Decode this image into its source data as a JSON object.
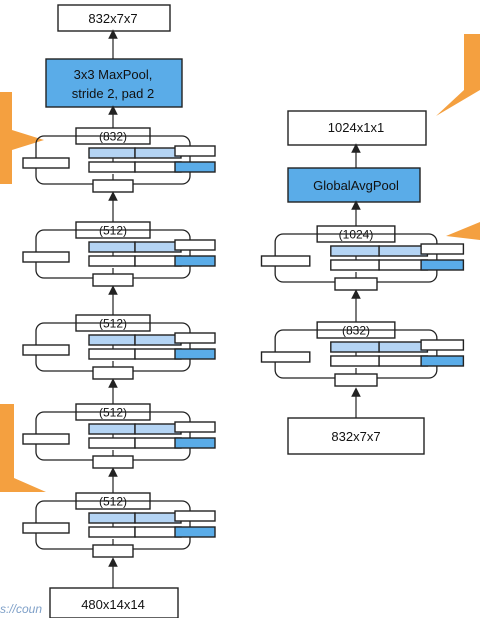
{
  "colors": {
    "orange": "#f4a040",
    "blue_dark": "#5aace8",
    "blue_light": "#b4d4f4",
    "blue_box": "#5aace8",
    "stroke": "#222222"
  },
  "left": {
    "top_output": "832x7x7",
    "maxpool_line1": "3x3 MaxPool,",
    "maxpool_line2": "stride 2, pad 2",
    "blocks": [
      {
        "label": "(832)"
      },
      {
        "label": "(512)"
      },
      {
        "label": "(512)"
      },
      {
        "label": "(512)"
      },
      {
        "label": "(512)"
      }
    ],
    "input": "480x14x14"
  },
  "right": {
    "output": "1024x1x1",
    "pool": "GlobalAvgPool",
    "blocks": [
      {
        "label": "(1024)"
      },
      {
        "label": "(832)"
      }
    ],
    "input": "832x7x7"
  },
  "footer_url": "s://coun"
}
